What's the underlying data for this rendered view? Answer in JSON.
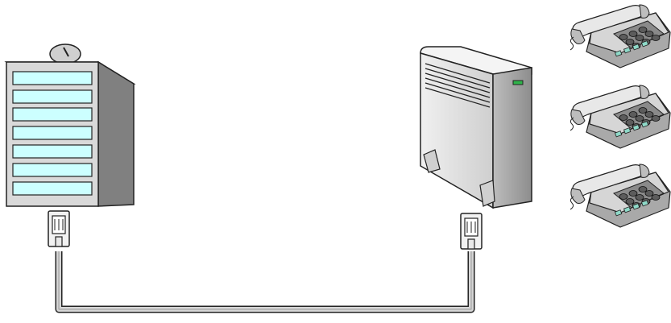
{
  "diagram": {
    "nodes": [
      {
        "id": "central-office-building",
        "icon": "office-building-icon"
      },
      {
        "id": "pbx-unit",
        "icon": "pbx-cabinet-icon"
      },
      {
        "id": "telephone-1",
        "icon": "desk-phone-icon"
      },
      {
        "id": "telephone-2",
        "icon": "desk-phone-icon"
      },
      {
        "id": "telephone-3",
        "icon": "desk-phone-icon"
      }
    ],
    "connections": [
      {
        "from": "central-office-building",
        "to": "pbx-unit",
        "type": "telephone-line",
        "connectors": [
          "rj-connector-icon",
          "rj-connector-icon"
        ]
      }
    ],
    "colors": {
      "window": "#ccffff",
      "building_front": "#d9d9d9",
      "building_side": "#808080",
      "cabinet": "#e4e4e4",
      "led": "#2fb34a",
      "phone_body": "#d6d6d6",
      "phone_accent": "#8fd9c8",
      "cable": "#b8b8b8"
    }
  }
}
